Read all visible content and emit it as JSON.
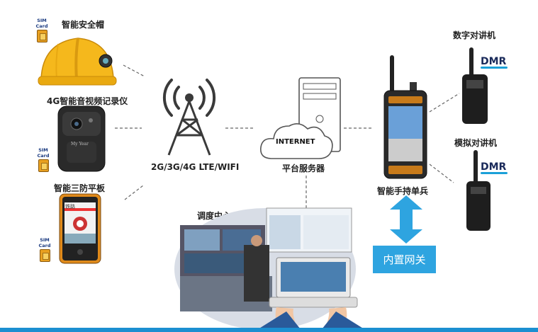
{
  "devices": {
    "helmet_label": "智能安全帽",
    "bodycam_label": "4G智能音视频记录仪",
    "tablet_label": "智能三防平板",
    "tablet_screen_title": "铁路",
    "handheld_label": "智能手持单兵",
    "digital_radio_label": "数字对讲机",
    "analog_radio_label": "模拟对讲机",
    "bodycam_brand": "My Year"
  },
  "sim": {
    "label": "SIM Card"
  },
  "network": {
    "label": "2G/3G/4G LTE/WIFI",
    "cloud_text": "INTERNET"
  },
  "server": {
    "label": "平台服务器"
  },
  "dispatch": {
    "label": "调度中心"
  },
  "gateway": {
    "label": "内置网关"
  },
  "dmr": {
    "text": "DMR"
  },
  "colors": {
    "accent_blue": "#2ea4e0",
    "bar_blue": "#1b8fd1",
    "helmet_yellow": "#f5b81c",
    "device_orange": "#e08a1a"
  }
}
